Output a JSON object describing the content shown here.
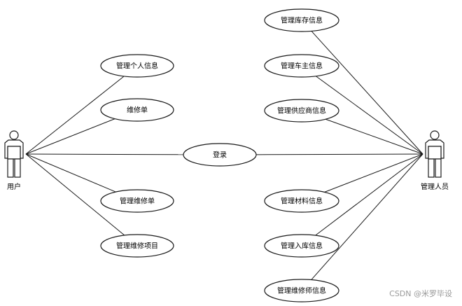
{
  "actors": [
    {
      "id": "user",
      "label": "用户"
    },
    {
      "id": "admin",
      "label": "管理人员"
    }
  ],
  "use_cases": [
    {
      "id": "uc-personal-info",
      "label": "管理个人信息"
    },
    {
      "id": "uc-repair-order",
      "label": "维修单"
    },
    {
      "id": "uc-login",
      "label": "登录"
    },
    {
      "id": "uc-manage-repair-order",
      "label": "管理维修单"
    },
    {
      "id": "uc-manage-repair-item",
      "label": "管理维修项目"
    },
    {
      "id": "uc-inventory",
      "label": "管理库存信息"
    },
    {
      "id": "uc-car-owner",
      "label": "管理车主信息"
    },
    {
      "id": "uc-supplier",
      "label": "管理供应商信息"
    },
    {
      "id": "uc-material",
      "label": "管理材料信息"
    },
    {
      "id": "uc-stock-in",
      "label": "管理入库信息"
    },
    {
      "id": "uc-mechanic",
      "label": "管理维修师信息"
    }
  ],
  "associations": [
    {
      "from": "user",
      "to": "uc-personal-info"
    },
    {
      "from": "user",
      "to": "uc-repair-order"
    },
    {
      "from": "user",
      "to": "uc-login"
    },
    {
      "from": "user",
      "to": "uc-manage-repair-order"
    },
    {
      "from": "user",
      "to": "uc-manage-repair-item"
    },
    {
      "from": "admin",
      "to": "uc-login"
    },
    {
      "from": "admin",
      "to": "uc-inventory"
    },
    {
      "from": "admin",
      "to": "uc-car-owner"
    },
    {
      "from": "admin",
      "to": "uc-supplier"
    },
    {
      "from": "admin",
      "to": "uc-material"
    },
    {
      "from": "admin",
      "to": "uc-stock-in"
    },
    {
      "from": "admin",
      "to": "uc-mechanic"
    }
  ],
  "watermark": "CSDN @米罗毕设",
  "colors": {
    "line": "#1a1a1a",
    "fill": "#ffffff",
    "text": "#000000",
    "watermark": "#9a9a9a"
  }
}
